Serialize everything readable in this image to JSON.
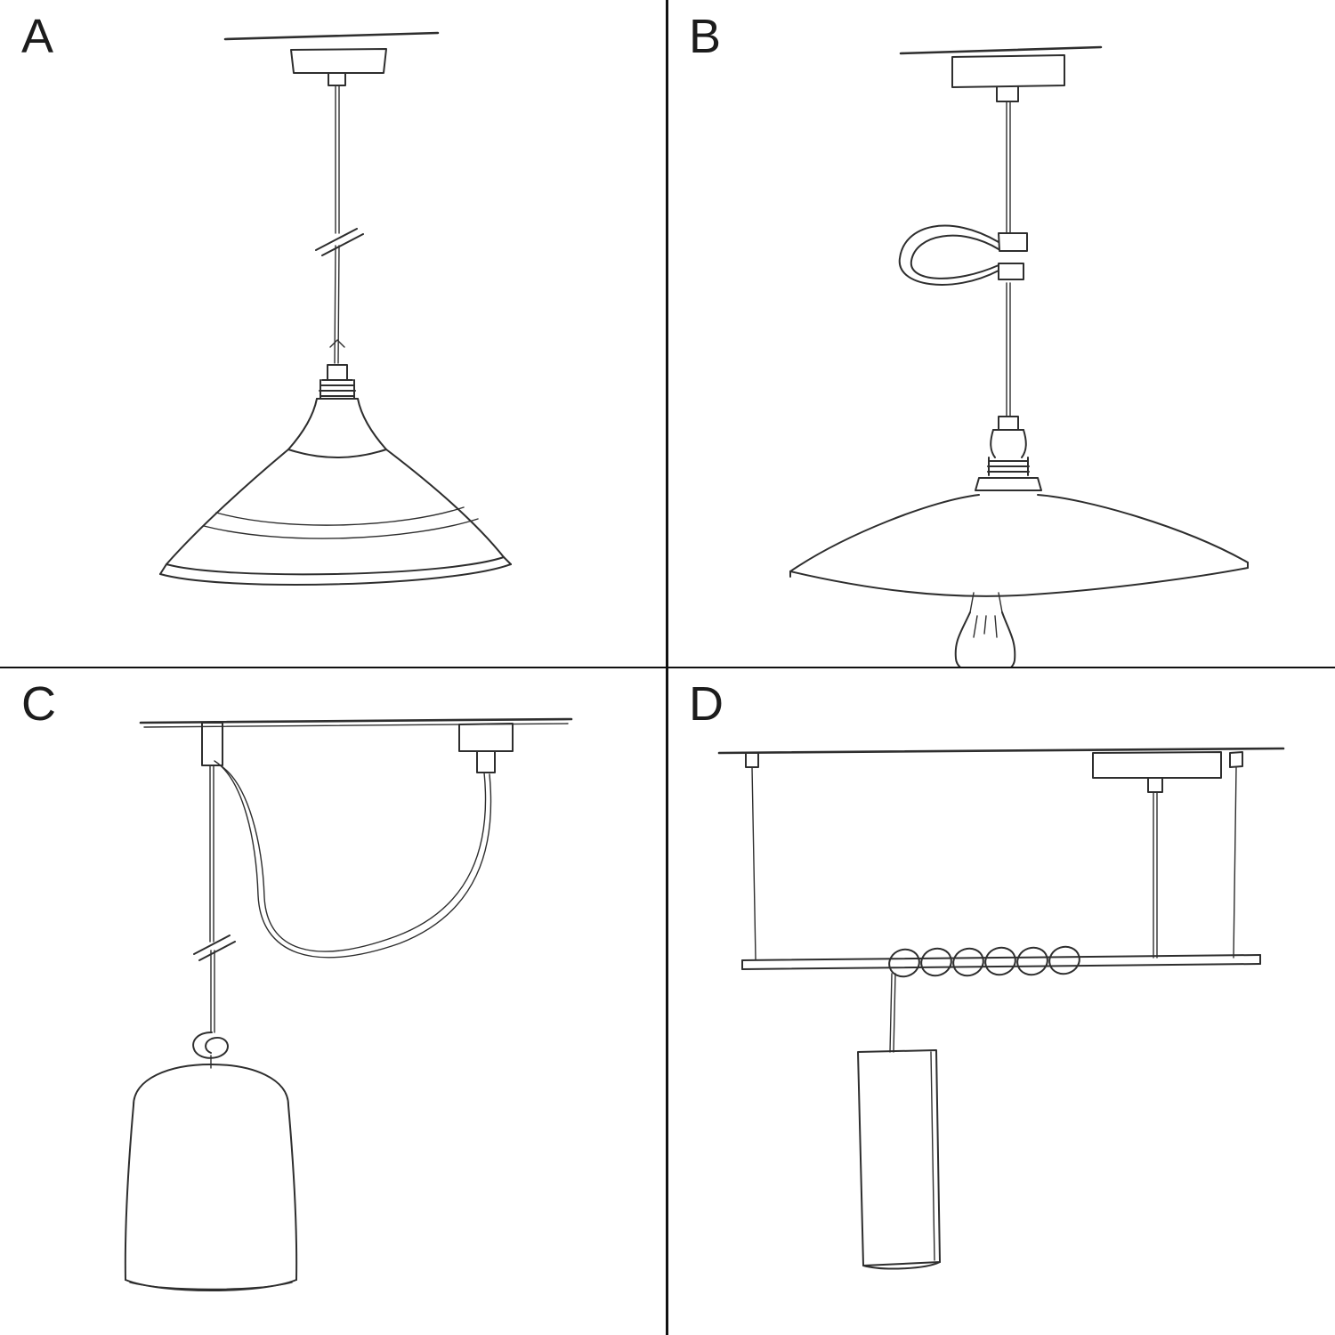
{
  "page": {
    "background": "#ffffff",
    "line_color": "#2e2e2e",
    "divider_color": "#111111",
    "label_color": "#1c1c1c"
  },
  "panels": [
    {
      "label": "A"
    },
    {
      "label": "B"
    },
    {
      "label": "C"
    },
    {
      "label": "D"
    }
  ]
}
